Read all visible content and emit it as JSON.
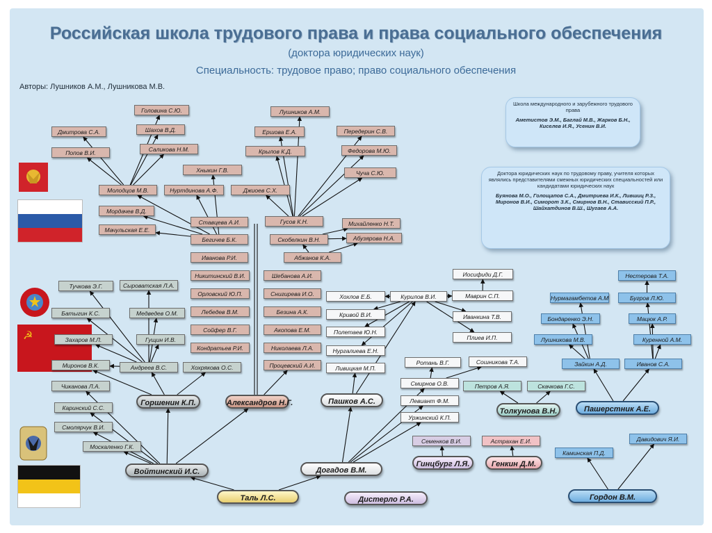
{
  "header": {
    "title": "Российская школа трудового права и права социального обеспечения",
    "subtitle": "(доктора юридических наук)",
    "specialty": "Специальность: трудовое право; право социального обеспечения",
    "authors": "Авторы: Лушников А.М., Лушникова М.В."
  },
  "info_boxes": {
    "international": {
      "heading": "Школа международного и зарубежного трудового права",
      "names": "Аметистов Э.М., Баглай М.В., Жарков Б.Н., Киселев И.Я., Усенин В.И."
    },
    "related": {
      "heading": "Доктора юридических наук по трудовому праву, учителя которых являлись представителями смежных юридических специальностей или кандидатами юридических наук",
      "names": "Буянова М.О., Голощапов С.А., Дмитриева И.К., Лившиц Р.З., Миронов В.И., Симорот З.К., Смирнов В.Н., Стависский П.Р., Шайхатдинов В.Ш., Шугаев А.А."
    }
  },
  "flags": {
    "russia": [
      "#ffffff",
      "#2a5aa8",
      "#d0232a"
    ],
    "ussr": "#c8161d",
    "empire": [
      "#111111",
      "#f2c318",
      "#ffffff"
    ]
  },
  "nodes": {
    "n1": "Головина С.Ю.",
    "n2": "Дмитрова С.А.",
    "n3": "Шахов В.Д.",
    "n4": "Попов В.И.",
    "n5": "Саликова Н.М.",
    "n6": "Лушников А.М.",
    "n7": "Ершова Е.А.",
    "n8": "Передерин С.В.",
    "n9": "Крылов К.Д.",
    "n10": "Федорова М.Ю.",
    "n11": "Хныкин Г.В.",
    "n12": "Чуча С.Ю.",
    "n13": "Молодцов М.В.",
    "n14": "Нуртдинова А.Ф.",
    "n15": "Джиоев С.Х.",
    "n16": "Мордачев В.Д.",
    "n17": "Ставцева А.И.",
    "n18": "Гусов К.Н.",
    "n19": "Михайленко Н.Т.",
    "n20": "Мачульская Е.Е.",
    "n21": "Бегичев Б.К.",
    "n22": "Скобелкин В.Н.",
    "n23": "Абузярова Н.А.",
    "n24": "Иванова Р.И.",
    "n25": "Абжанов К.А.",
    "n26": "Никитинский В.И.",
    "n27": "Шебанова А.И.",
    "n28": "Иосифиди Д.Г.",
    "n29": "Нестерова Т.А.",
    "n30": "Тучкова Э.Г.",
    "n31": "Сыроватская Л.А.",
    "n32": "Орловский Ю.П.",
    "n33": "Снигирева И.О.",
    "n34": "Хохлов Е.Б.",
    "n35": "Курилов В.И.",
    "n36": "Маврин С.П.",
    "n37": "Нурмагамбетов А.М.",
    "n38": "Бугров Л.Ю.",
    "n39": "Батыгин К.С.",
    "n40": "Медведев О.М.",
    "n41": "Лебедев В.М.",
    "n42": "Безина А.К.",
    "n43": "Кривой В.И.",
    "n44": "Иванкина Т.В.",
    "n45": "Бондаренко Э.Н.",
    "n46": "Мацюк А.Р.",
    "n47": "Сойфер В.Г.",
    "n48": "Акопова Е.М.",
    "n49": "Полетаев Ю.Н.",
    "n50": "Захаров М.Л.",
    "n51": "Гущин И.В.",
    "n52": "Плиев И.П.",
    "n53": "Лушникова М.В.",
    "n54": "Куренной А.М.",
    "n55": "Кондратьев Р.И.",
    "n56": "Николаева Л.А.",
    "n57": "Нургалиева Е.Н.",
    "n58": "Ротань В.Г.",
    "n59": "Сошникова Т.А.",
    "n60": "Миронов В.К.",
    "n61": "Андреев В.С.",
    "n62": "Хохрякова О.С.",
    "n63": "Процевский А.И.",
    "n64": "Ливицкая М.П.",
    "n65": "Зайкин А.Д.",
    "n66": "Иванов С.А.",
    "n67": "Смирнов О.В.",
    "n68": "Чиканова Л.А.",
    "n69": "Петров А.Я.",
    "n70": "Скачкова Г.С.",
    "n71": "Левиант Ф.М.",
    "n72": "Каринский С.С.",
    "n73": "Уржинский К.П.",
    "n74": "Смолярчук В.И.",
    "n75": "Семенков В.И.",
    "n76": "Астрахан Е.И.",
    "n77": "Давидович Я.И.",
    "n78": "Москаленко Г.К.",
    "n79": "Каминская П.Д."
  },
  "founders": {
    "gorshenin": "Горшенин К.П.",
    "aleksandrov": "Александров Н.Г.",
    "pashkov": "Пашков А.С.",
    "tolkunova": "Толкунова В.Н.",
    "pasherstnik": "Пашерстник А.Е.",
    "gintsburg": "Гинцбург Л.Я.",
    "genkin": "Генкин Д.М.",
    "voytinskiy": "Войтинский И.С.",
    "dogadov": "Догадов В.М.",
    "tal": "Таль Л.С.",
    "disterlo": "Дистерло Р.А.",
    "gordon": "Гордон В.М."
  }
}
